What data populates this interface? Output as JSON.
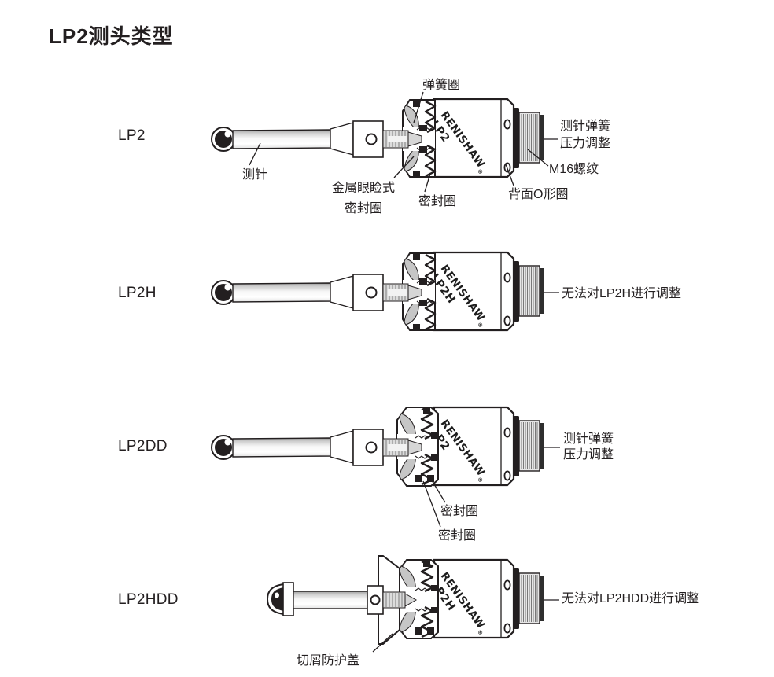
{
  "page": {
    "title": "LP2测头类型"
  },
  "marks": {
    "registered": "®"
  },
  "colors": {
    "ink": "#231f20",
    "shade": "#c6c6c6",
    "paper": "#ffffff"
  },
  "rows": [
    {
      "name": "LP2",
      "brand": "RENISHAW",
      "model": "LP2",
      "labels": {
        "spring_ring": "弹簧圈",
        "stylus": "测针",
        "eyelid_line1": "金属眼睑式",
        "eyelid_line2": "密封圈",
        "seal": "密封圈",
        "adjust_line1": "测针弹簧",
        "adjust_line2": "压力调整",
        "m16_thread": "M16螺纹",
        "rear_oring": "背面O形圈"
      }
    },
    {
      "name": "LP2H",
      "brand": "RENISHAW",
      "model": "LP2H",
      "labels": {
        "no_adjust": "无法对LP2H进行调整"
      }
    },
    {
      "name": "LP2DD",
      "brand": "RENISHAW",
      "model": "LP2",
      "labels": {
        "adjust_line1": "测针弹簧",
        "adjust_line2": "压力调整",
        "seal_upper": "密封圈",
        "seal_lower": "密封圈"
      }
    },
    {
      "name": "LP2HDD",
      "brand": "RENISHAW",
      "model": "LP2H",
      "labels": {
        "no_adjust": "无法对LP2HDD进行调整",
        "chip_cover": "切屑防护盖"
      }
    }
  ]
}
